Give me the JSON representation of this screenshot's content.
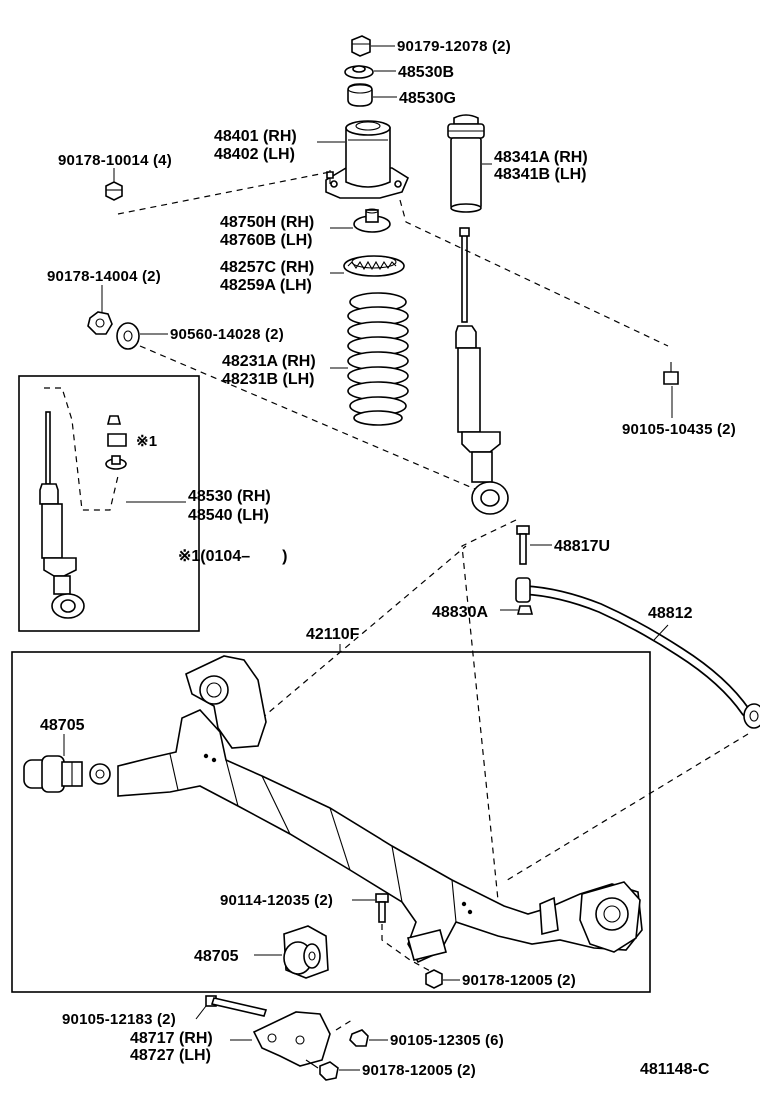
{
  "labels": {
    "nut_top": "90179-12078 (2)",
    "upper_seat": "48530B",
    "bumper_cap": "48530G",
    "support_rh": "48401 (RH)",
    "support_lh": "48402 (LH)",
    "nut_support": "90178-10014 (4)",
    "boot_rh": "48341A (RH)",
    "boot_lh": "48341B (LH)",
    "seat_rh": "48750H (RH)",
    "seat_lh": "48760B (LH)",
    "insulator_rh": "48257C (RH)",
    "insulator_lh": "48259A (LH)",
    "nut_lower": "90178-14004 (2)",
    "washer_lower": "90560-14028 (2)",
    "spring_rh": "48231A (RH)",
    "spring_lh": "48231B (LH)",
    "bolt_shock": "90105-10435 (2)",
    "absorber_rh": "48530 (RH)",
    "absorber_lh": "48540 (LH)",
    "note_mark": "※1",
    "note_range": "※1(0104–　　)",
    "link_bolt": "48817U",
    "bushing_a": "48830A",
    "stabilizer": "48812",
    "beam": "42110F",
    "bush_left": "48705",
    "bolt_beam": "90114-12035 (2)",
    "bush_lower": "48705",
    "nut_beam": "90178-12005 (2)",
    "bolt_bracket": "90105-12183 (2)",
    "bolt_bracket_b": "90105-12305 (6)",
    "bracket_rh": "48717 (RH)",
    "bracket_lh": "48727 (LH)",
    "nut_bracket": "90178-12005 (2)",
    "figure_code": "481148-C"
  }
}
